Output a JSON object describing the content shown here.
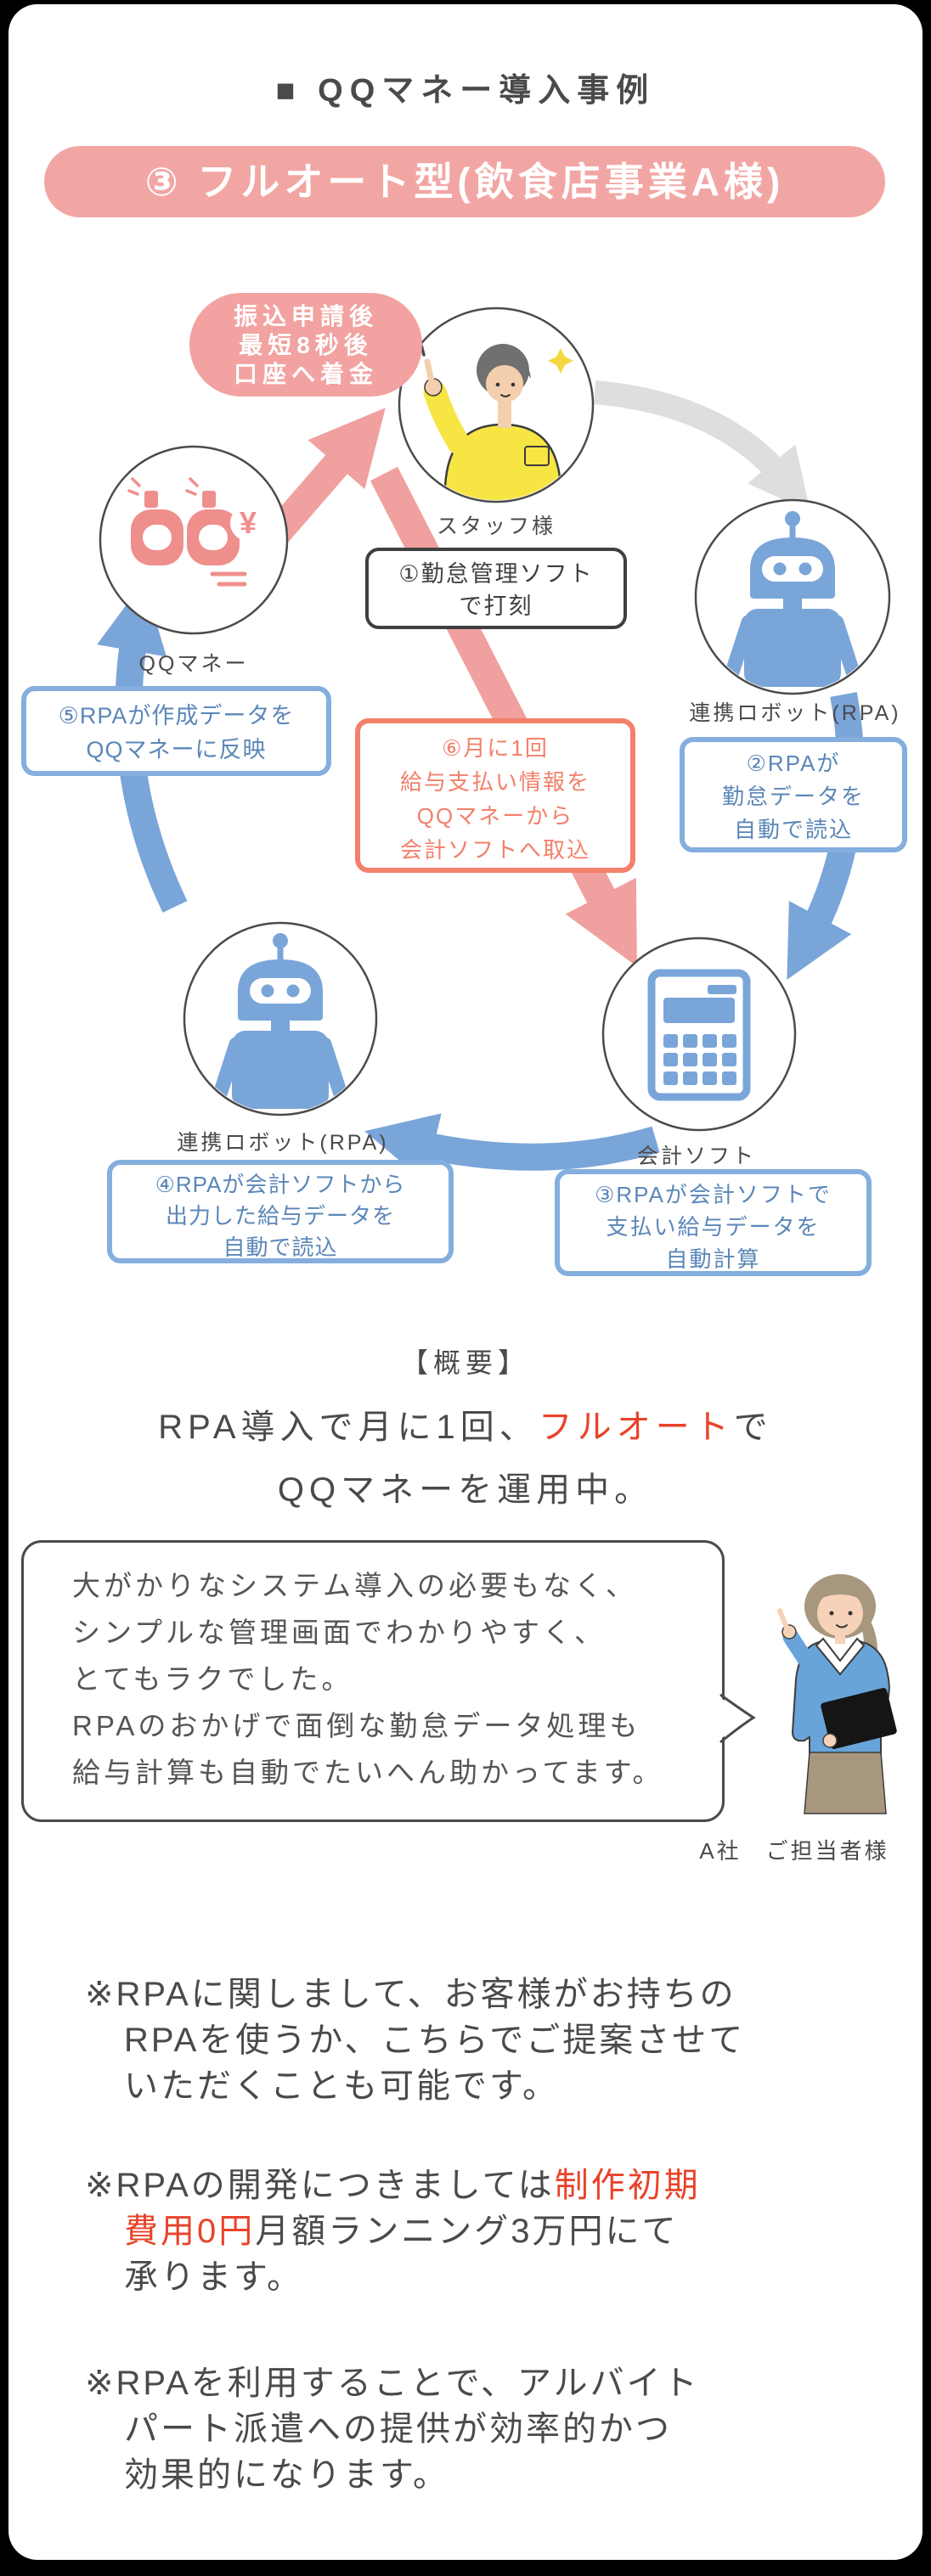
{
  "header": {
    "title": "■ QQマネー導入事例",
    "category_label": "③ フルオート型(飲食店事業A様)"
  },
  "diagram": {
    "payment_bubble": {
      "lines": [
        "振込申請後",
        "最短8秒後",
        "口座へ着金"
      ]
    },
    "nodes": {
      "staff": {
        "label": "スタッフ様"
      },
      "qq_money": {
        "label": "QQマネー"
      },
      "robot_right": {
        "label": "連携ロボット(RPA)"
      },
      "robot_left": {
        "label": "連携ロボット(RPA)"
      },
      "accounting": {
        "label": "会計ソフト"
      }
    },
    "steps": {
      "s1": {
        "lines": [
          "①勤怠管理ソフト",
          "で打刻"
        ]
      },
      "s2": {
        "lines": [
          "②RPAが",
          "勤怠データを",
          "自動で読込"
        ]
      },
      "s3": {
        "lines": [
          "③RPAが会計ソフトで",
          "支払い給与データを",
          "自動計算"
        ]
      },
      "s4": {
        "lines": [
          "④RPAが会計ソフトから",
          "出力した給与データを",
          "自動で読込"
        ]
      },
      "s5": {
        "lines": [
          "⑤RPAが作成データを",
          "QQマネーに反映"
        ]
      },
      "s6": {
        "lines": [
          "⑥月に1回",
          "給与支払い情報を",
          "QQマネーから",
          "会計ソフトへ取込"
        ]
      }
    },
    "icons": {
      "qq_logo": "qq-money-mascot",
      "yen": "¥",
      "staff": "person-pointing-up",
      "robot": "robot",
      "calculator": "calculator"
    }
  },
  "overview": {
    "heading": "【概要】",
    "line1_pre": "RPA導入で月に1回、",
    "line1_highlight": "フルオート",
    "line1_post": "で",
    "line2": "QQマネーを運用中。"
  },
  "testimonial": {
    "lines": [
      "大がかりなシステム導入の必要もなく、",
      "シンプルな管理画面でわかりやすく、",
      "とてもラクでした。",
      "RPAのおかげで面倒な勤怠データ処理も",
      "給与計算も自動でたいへん助かってます。"
    ],
    "attribution": "A社　ご担当者様",
    "speaker_icon": "businesswoman-pointing"
  },
  "notes": [
    {
      "l1": "※RPAに関しまして、お客様がお持ちの",
      "l2": "RPAを使うか、こちらでご提案させて",
      "l3": "いただくことも可能です。"
    },
    {
      "l1a": "※RPAの開発につきましては",
      "l1b": "制作初期",
      "l2a": "費用0円",
      "l2b": "月額ランニング3万円にて",
      "l3": "承ります。"
    },
    {
      "l1": "※RPAを利用することで、アルバイト",
      "l2": "パート派遣への提供が効率的かつ",
      "l3": "効果的になります。"
    }
  ],
  "colors": {
    "accent_pink": "#f2a6a4",
    "arrow_pink": "#f0a09e",
    "coral": "#f3806a",
    "blue": "#7aa5d8",
    "blue_border": "#84aedd",
    "blue_text": "#5b87b8",
    "gray_arrow": "#dedede",
    "highlight_red": "#e8432a",
    "text_dark": "#4a4a4a",
    "background": "#000000"
  }
}
